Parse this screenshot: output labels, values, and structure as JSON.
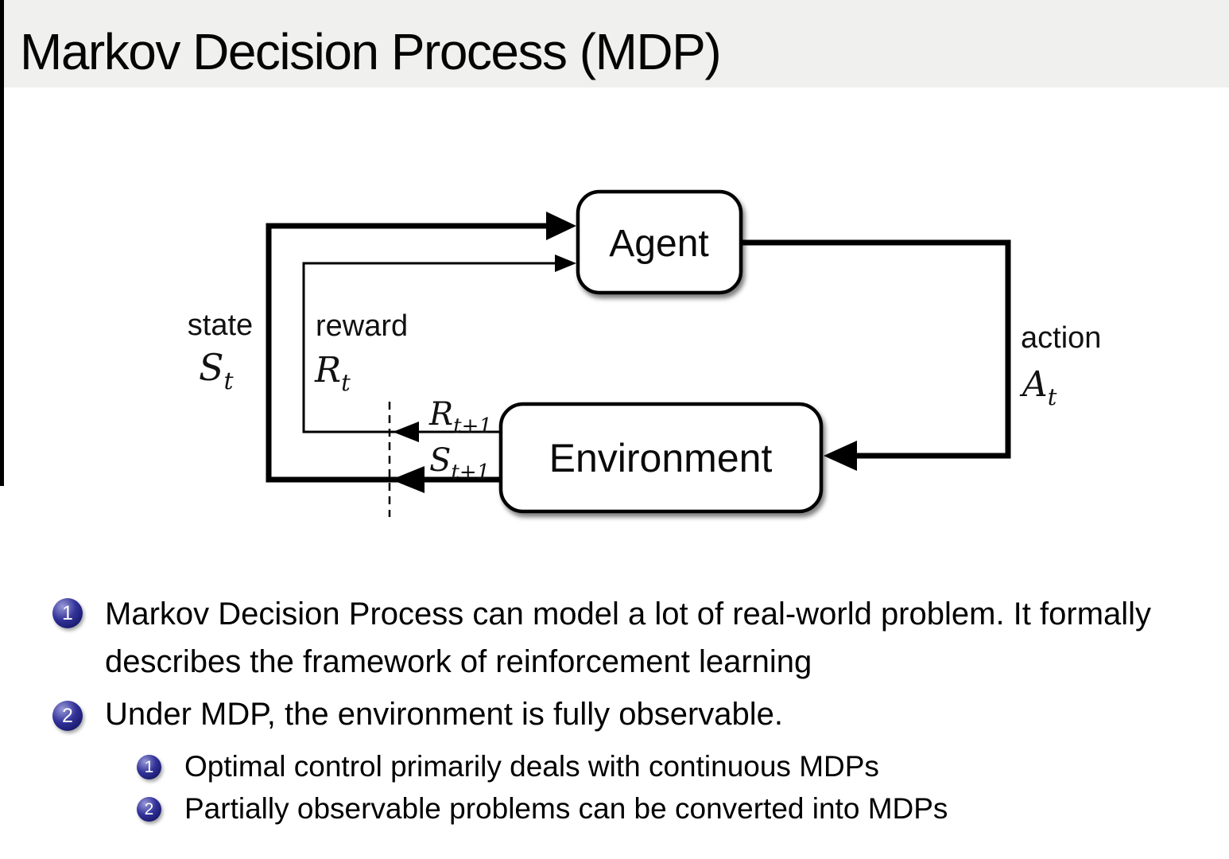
{
  "slide": {
    "title": "Markov Decision Process (MDP)"
  },
  "diagram": {
    "agent_label": "Agent",
    "environment_label": "Environment",
    "state_label": "state",
    "state_symbol": "S",
    "state_sub": "t",
    "reward_label": "reward",
    "reward_symbol": "R",
    "reward_sub": "t",
    "action_label": "action",
    "action_symbol": "A",
    "action_sub": "t",
    "next_reward_symbol": "R",
    "next_reward_sub": "t+1",
    "next_state_symbol": "S",
    "next_state_sub": "t+1"
  },
  "bullets": {
    "items": [
      {
        "number": "1",
        "text": "Markov Decision Process can model a lot of real-world problem. It formally describes the framework of reinforcement learning"
      },
      {
        "number": "2",
        "text": "Under MDP, the environment is fully observable."
      }
    ],
    "subitems": [
      {
        "number": "1",
        "text": "Optimal control primarily deals with continuous MDPs"
      },
      {
        "number": "2",
        "text": "Partially observable problems can be converted into MDPs"
      }
    ]
  },
  "colors": {
    "header_bg": "#f0f0ef",
    "ball_dark": "#1a1a6e",
    "ball_mid": "#32329a",
    "ball_light": "#9a9ad8"
  }
}
